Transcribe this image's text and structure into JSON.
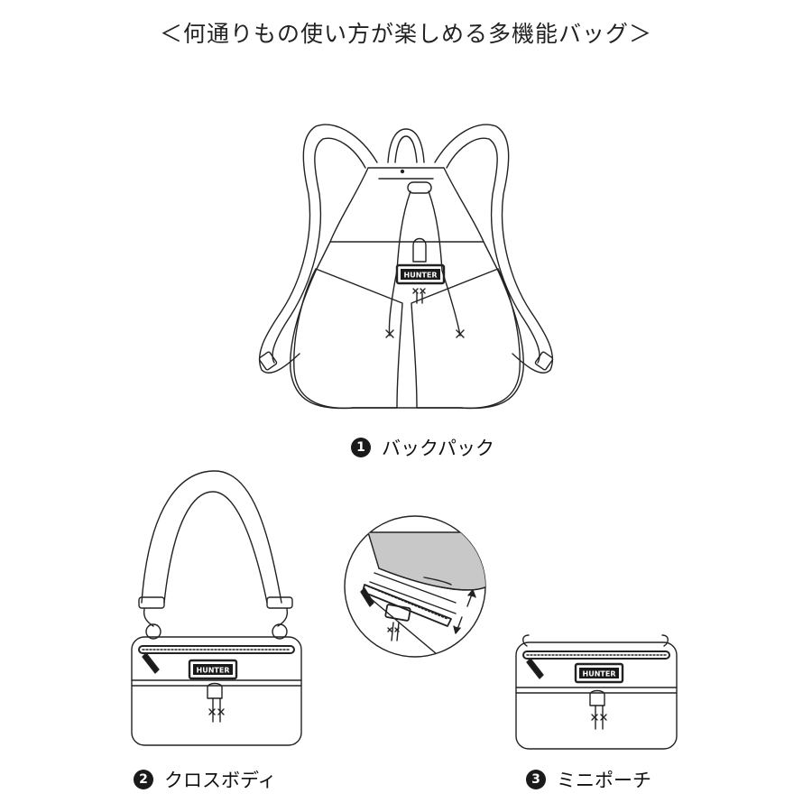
{
  "title": "＜何通りもの使い方が楽しめる多機能バッグ＞",
  "brand_label": "HUNTER",
  "captions": [
    {
      "number": "1",
      "label": "バックパック"
    },
    {
      "number": "2",
      "label": "クロスボディ"
    },
    {
      "number": "3",
      "label": "ミニポーチ"
    }
  ],
  "colors": {
    "line": "#222222",
    "fill": "#ffffff",
    "flap": "#c8c8c8",
    "badge": "#1a1a1a"
  }
}
